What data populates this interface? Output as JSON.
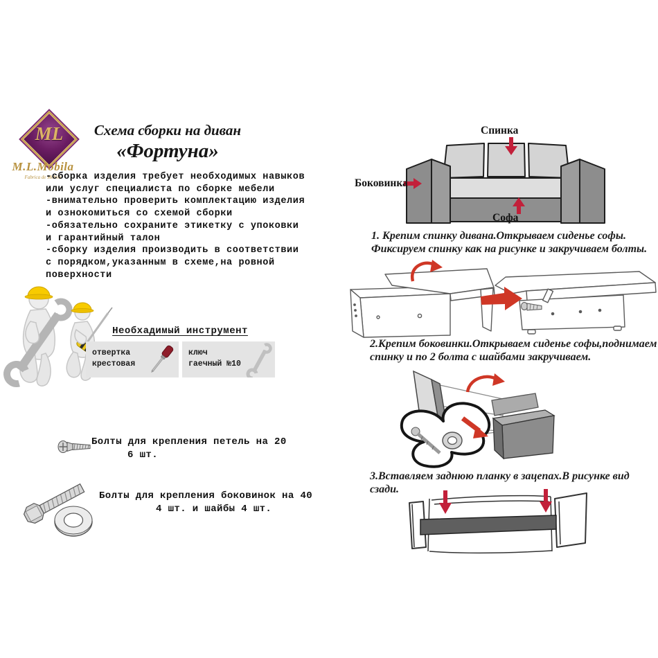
{
  "logo": {
    "monogram": "ML",
    "name": "M.L.Mobila",
    "subtitle": "Fabrica de Mobila"
  },
  "header": {
    "title_line1": "Схема сборки на диван",
    "title_line2": "«Фортуна»"
  },
  "notes": "-сборка изделия требует необходимых навыков\nили услуг специалиста по сборке мебели\n-внимательно проверить комплектацию изделия\nи ознокомиться со схемой сборки\n-обязательно сохраните этикетку с упоковки\nи гарантийный талон\n-сборку изделия производить в соответствии\nс порядком,указанным в схеме,на ровной\nповерхности",
  "tools": {
    "header": "Необхадимый инструмент",
    "items": [
      {
        "label": "отвертка\nкрестовая",
        "icon": "phillips-screwdriver-icon"
      },
      {
        "label": "ключ\nгаечный №10",
        "icon": "open-end-wrench-icon"
      }
    ]
  },
  "fasteners": [
    {
      "line1": "Болты для крепления петель на 20",
      "line2": "6 шт.",
      "icon": "small-screw-icon"
    },
    {
      "line1": "Болты для крепления боковинок на 40",
      "line2": "4 шт. и шайбы 4 шт.",
      "icon": "bolt-and-washer-icon"
    }
  ],
  "diagram": {
    "back_label": "Спинка",
    "side_label": "Боковинка",
    "base_label": "Софа"
  },
  "steps": [
    {
      "text": "1. Крепим спинку дивана.Открываем сиденье софы.\nФиксируем спинку как на рисунке и закручиваем болты."
    },
    {
      "text": "2.Крепим боковинки.Открываем сиденье софы,поднимаем\nспинку и по 2 болта с шайбами закручиваем."
    },
    {
      "text": "3.Вставляем заднюю планку в зацепах.В рисунке вид сзади."
    }
  ],
  "colors": {
    "accent_red": "#c2203a",
    "arrow_red_orange": "#cf3726",
    "logo_purple": "#6b1d63",
    "logo_gold": "#c9a24b",
    "panel_gray": "#e4e4e4",
    "sofa_dark_gray": "#8d8d8d",
    "sofa_light_gray": "#d4d4d4",
    "helmet_yellow": "#f8cb00"
  }
}
